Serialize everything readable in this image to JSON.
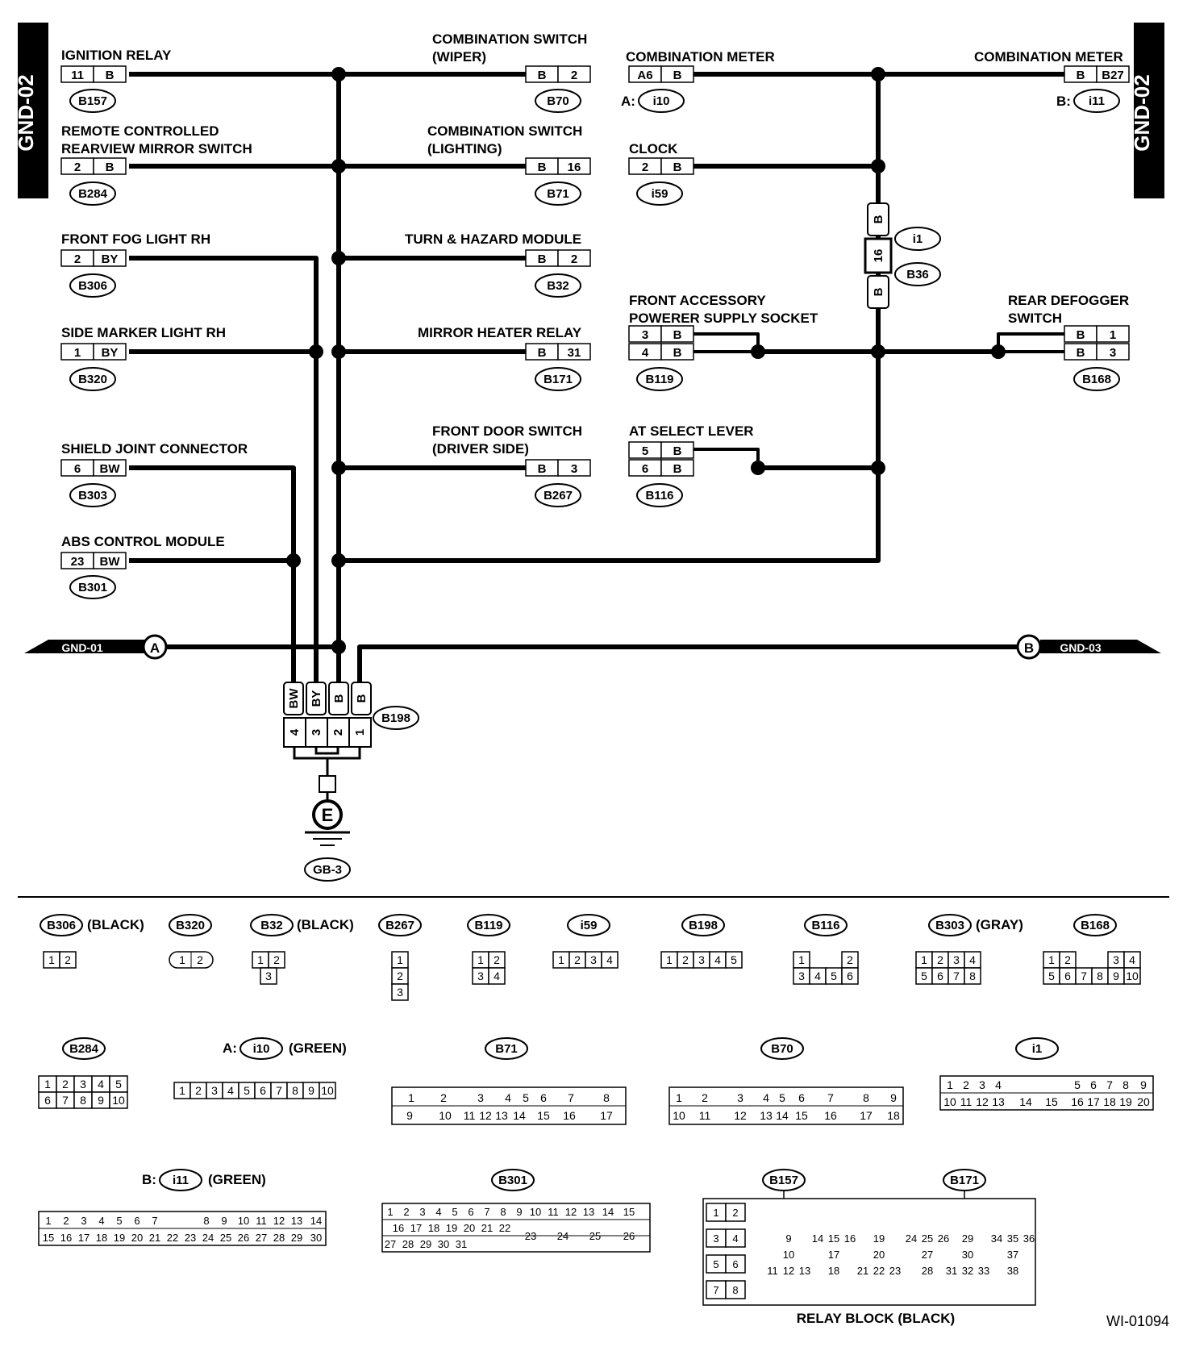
{
  "side_tags": {
    "left": "GND-02",
    "right": "GND-02"
  },
  "components": {
    "ignition_relay": {
      "label": "IGNITION RELAY",
      "pins": [
        "11",
        "B"
      ],
      "conn": "B157"
    },
    "remote_mirror": {
      "label1": "REMOTE CONTROLLED",
      "label2": "REARVIEW MIRROR SWITCH",
      "pins": [
        "2",
        "B"
      ],
      "conn": "B284"
    },
    "front_fog": {
      "label": "FRONT FOG LIGHT RH",
      "pins": [
        "2",
        "BY"
      ],
      "conn": "B306"
    },
    "side_marker": {
      "label": "SIDE MARKER LIGHT RH",
      "pins": [
        "1",
        "BY"
      ],
      "conn": "B320"
    },
    "shield_joint": {
      "label": "SHIELD JOINT CONNECTOR",
      "pins": [
        "6",
        "BW"
      ],
      "conn": "B303"
    },
    "abs_module": {
      "label": "ABS CONTROL MODULE",
      "pins": [
        "23",
        "BW"
      ],
      "conn": "B301"
    },
    "comb_wiper": {
      "label1": "COMBINATION SWITCH",
      "label2": "(WIPER)",
      "pins": [
        "B",
        "2"
      ],
      "conn": "B70"
    },
    "comb_lighting": {
      "label1": "COMBINATION SWITCH",
      "label2": "(LIGHTING)",
      "pins": [
        "B",
        "16"
      ],
      "conn": "B71"
    },
    "turn_hazard": {
      "label": "TURN & HAZARD MODULE",
      "pins": [
        "B",
        "2"
      ],
      "conn": "B32"
    },
    "mirror_heater": {
      "label": "MIRROR HEATER RELAY",
      "pins": [
        "B",
        "31"
      ],
      "conn": "B171"
    },
    "front_door": {
      "label1": "FRONT DOOR SWITCH",
      "label2": "(DRIVER SIDE)",
      "pins": [
        "B",
        "3"
      ],
      "conn": "B267"
    },
    "comb_meter_a": {
      "label": "COMBINATION METER",
      "pins": [
        "A6",
        "B"
      ],
      "prefix": "A:",
      "conn": "i10"
    },
    "comb_meter_b": {
      "label": "COMBINATION METER",
      "pins": [
        "B",
        "B27"
      ],
      "prefix": "B:",
      "conn": "i11"
    },
    "clock": {
      "label": "CLOCK",
      "pins": [
        "2",
        "B"
      ],
      "conn": "i59"
    },
    "joint": {
      "pins": [
        "B",
        "16",
        "B"
      ],
      "conn1": "i1",
      "conn2": "B36"
    },
    "front_accessory": {
      "label1": "FRONT ACCESSORY",
      "label2": "POWERER SUPPLY SOCKET",
      "pins": [
        "3",
        "B",
        "4",
        "B"
      ],
      "conn": "B119"
    },
    "rear_defogger": {
      "label1": "REAR DEFOGGER",
      "label2": "SWITCH",
      "pins": [
        "B",
        "1",
        "B",
        "3"
      ],
      "conn": "B168"
    },
    "at_select": {
      "label": "AT SELECT LEVER",
      "pins": [
        "5",
        "B",
        "6",
        "B"
      ],
      "conn": "B116"
    },
    "gnd01": {
      "label": "GND-01",
      "letter": "A"
    },
    "gnd03": {
      "label": "GND-03",
      "letter": "B"
    },
    "b198": {
      "conn": "B198",
      "colors": [
        "BW",
        "BY",
        "B",
        "B"
      ],
      "pins": [
        "4",
        "3",
        "2",
        "1"
      ]
    },
    "ground": {
      "letter": "E",
      "conn": "GB-3"
    }
  },
  "connector_views": {
    "b306": {
      "conn": "B306",
      "color": "(BLACK)"
    },
    "b320": {
      "conn": "B320"
    },
    "b32": {
      "conn": "B32",
      "color": "(BLACK)"
    },
    "b267": {
      "conn": "B267"
    },
    "b119": {
      "conn": "B119"
    },
    "i59": {
      "conn": "i59"
    },
    "b198": {
      "conn": "B198"
    },
    "b116": {
      "conn": "B116"
    },
    "b303": {
      "conn": "B303",
      "color": "(GRAY)"
    },
    "b168": {
      "conn": "B168"
    },
    "b284": {
      "conn": "B284"
    },
    "i10": {
      "prefix": "A:",
      "conn": "i10",
      "color": "(GREEN)"
    },
    "b71": {
      "conn": "B71"
    },
    "b70": {
      "conn": "B70"
    },
    "i1": {
      "conn": "i1"
    },
    "i11": {
      "prefix": "B:",
      "conn": "i11",
      "color": "(GREEN)"
    },
    "b301": {
      "conn": "B301"
    },
    "relay_block": {
      "conn1": "B157",
      "conn2": "B171",
      "label": "RELAY BLOCK (BLACK)"
    }
  },
  "figure_code": "WI-01094"
}
